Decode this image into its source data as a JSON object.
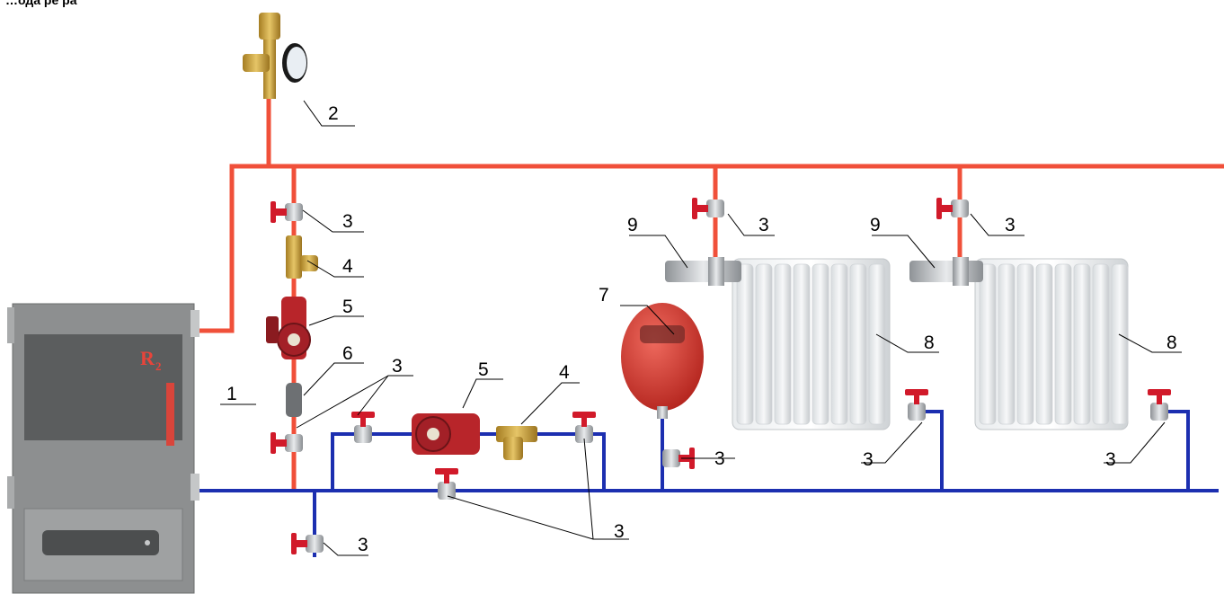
{
  "caption": "…ода  ре   ра",
  "boiler": {
    "logo_text": "R",
    "logo_sub": "2"
  },
  "colors": {
    "supply": "#f0503a",
    "return": "#1c2fb0",
    "valve": "#d11a2a",
    "brass": "#c9a13c",
    "steel": "#b9bcbf",
    "boiler_body": "#8d8f90",
    "boiler_panel": "#5b5d5e",
    "pump": "#b8252a",
    "tank": "#d23a32"
  },
  "labels": {
    "l1": "1",
    "l2": "2",
    "l3": "3",
    "l4": "4",
    "l5": "5",
    "l6": "6",
    "l7": "7",
    "l8": "8",
    "l9": "9"
  }
}
